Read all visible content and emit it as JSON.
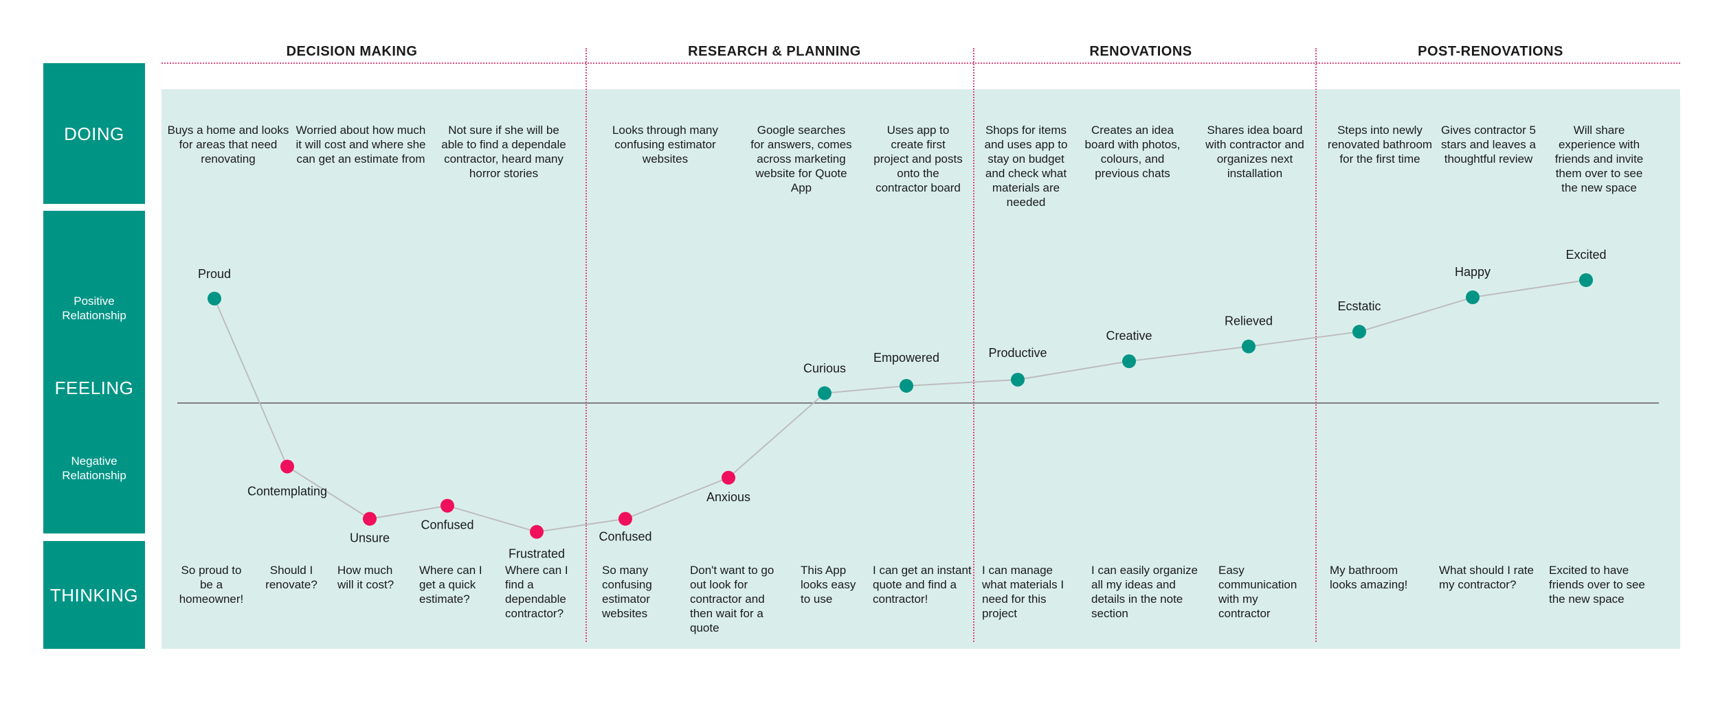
{
  "phases": [
    "DECISION MAKING",
    "RESEARCH & PLANNING",
    "RENOVATIONS",
    "POST-RENOVATIONS"
  ],
  "rows": {
    "doing": "DOING",
    "feeling": "FEELING",
    "thinking": "THINKING",
    "positive": "Positive Relationship",
    "negative": "Negative Relationship"
  },
  "colors": {
    "teal": "#009485",
    "pink": "#ef0f5a",
    "background": "#d9eeeb",
    "divider": "#e0457b"
  },
  "doing": [
    "Buys a home and looks for areas that need renovating",
    "Worried about how much it will cost and where she can get an estimate from",
    "Not sure if she will be able to find a dependale contractor, heard many horror stories",
    "Looks through many confusing estimator websites",
    "Google searches for answers, comes across marketing website for Quote App",
    "Uses app to create first project and posts onto the contractor board",
    "Shops for items and uses app to stay on budget and check what materials are needed",
    "Creates an idea board with photos, colours, and previous chats",
    "Shares idea board with contractor and organizes next installation",
    "Steps into newly renovated bathroom for the first time",
    "Gives contractor 5 stars and leaves a thoughtful review",
    "Will share experience with friends and invite them over to see the new space"
  ],
  "feelings": [
    {
      "label": "Proud",
      "polarity": "positive",
      "intensity": 0.85
    },
    {
      "label": "Contemplating",
      "polarity": "negative",
      "intensity": -0.34
    },
    {
      "label": "Unsure",
      "polarity": "negative",
      "intensity": -0.62
    },
    {
      "label": "Confused",
      "polarity": "negative",
      "intensity": -0.55
    },
    {
      "label": "Frustrated",
      "polarity": "negative",
      "intensity": -0.69
    },
    {
      "label": "Confused",
      "polarity": "negative",
      "intensity": -0.62
    },
    {
      "label": "Anxious",
      "polarity": "negative",
      "intensity": -0.4
    },
    {
      "label": "Curious",
      "polarity": "positive",
      "intensity": 0.08
    },
    {
      "label": "Empowered",
      "polarity": "positive",
      "intensity": 0.14
    },
    {
      "label": "Productive",
      "polarity": "positive",
      "intensity": 0.19
    },
    {
      "label": "Creative",
      "polarity": "positive",
      "intensity": 0.34
    },
    {
      "label": "Relieved",
      "polarity": "positive",
      "intensity": 0.46
    },
    {
      "label": "Ecstatic",
      "polarity": "positive",
      "intensity": 0.58
    },
    {
      "label": "Happy",
      "polarity": "positive",
      "intensity": 0.86
    },
    {
      "label": "Excited",
      "polarity": "positive",
      "intensity": 1.0
    }
  ],
  "thinking": [
    "So proud to be a homeowner!",
    "Should I renovate?",
    "How much will it cost?",
    "Where can I get a quick estimate?",
    "Where can I find a dependable contractor?",
    "So many confusing estimator websites",
    "Don't want to go out look for contractor and then wait for a quote",
    "This App looks easy to use",
    "I can get an instant quote and find a contractor!",
    "I can manage what materials I need for this project",
    "I can easily organize all my ideas and details in the note section",
    "Easy communication with my contractor",
    "My bathroom looks amazing!",
    "What should I rate my contractor?",
    "Excited to have friends over to see the new space"
  ]
}
